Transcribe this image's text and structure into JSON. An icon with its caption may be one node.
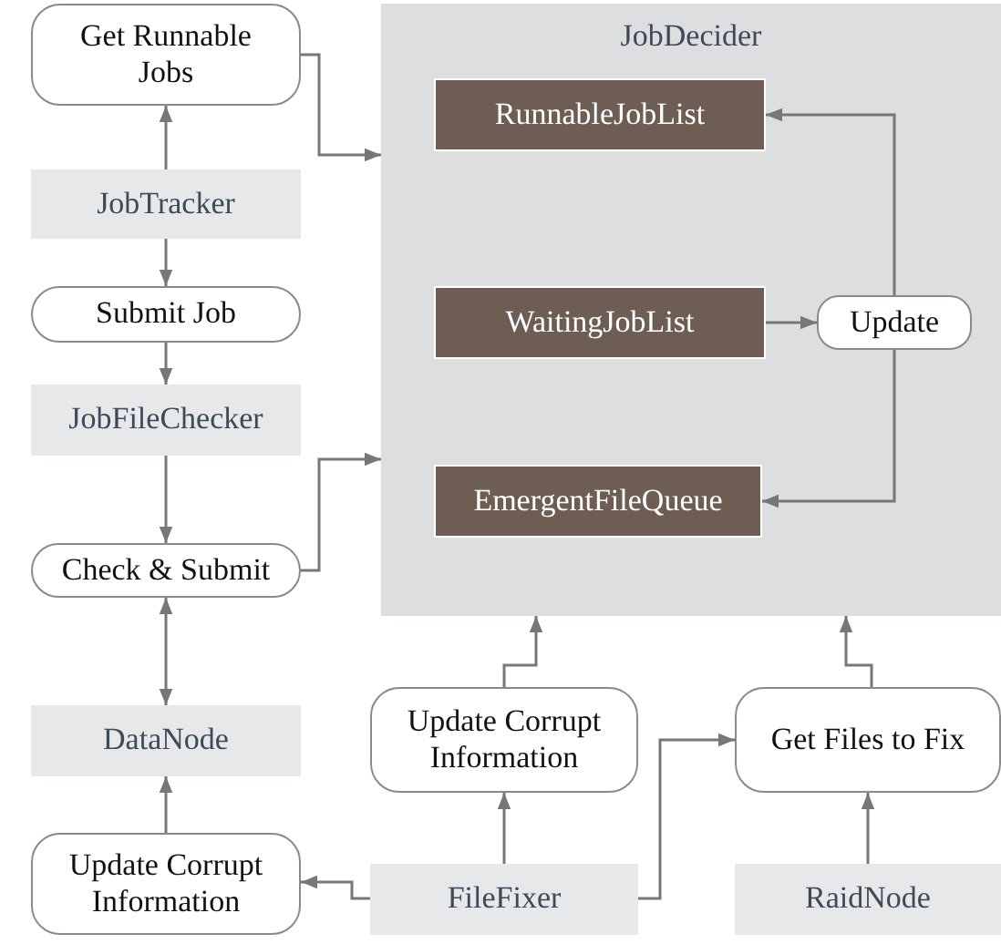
{
  "diagram": {
    "nodes": [
      {
        "text": [
          "Get Runnable Jobs"
        ]
      },
      {
        "text": [
          "JobTracker"
        ]
      },
      {
        "text": [
          "Submit Job"
        ]
      },
      {
        "text": [
          "JobFileChecker"
        ]
      },
      {
        "text": [
          "Check & Submit"
        ]
      },
      {
        "text": [
          "DataNode"
        ]
      },
      {
        "text": [
          "Update Corrupt Information"
        ]
      },
      {
        "text": [
          "JobDecider"
        ]
      },
      {
        "text": [
          "RunnableJobList"
        ],
        "in": 7
      },
      {
        "text": [
          "WaitingJobList"
        ],
        "in": 7
      },
      {
        "text": [
          "Update"
        ],
        "in": 7
      },
      {
        "text": [
          "EmergentFileQueue"
        ],
        "in": 7
      },
      {
        "text": [
          "Update Corrupt Information"
        ]
      },
      {
        "text": [
          "Get Files to Fix"
        ]
      },
      {
        "text": [
          "FileFixer"
        ]
      },
      {
        "text": [
          "RaidNode"
        ]
      }
    ],
    "edges": [
      {
        "from": 1,
        "to": 0,
        "arrow": "to"
      },
      {
        "from": 1,
        "to": 2,
        "arrow": "to"
      },
      {
        "from": 2,
        "to": 3,
        "arrow": "to"
      },
      {
        "from": 3,
        "to": 4,
        "arrow": "to"
      },
      {
        "from": 4,
        "to": 5,
        "arrow": "both"
      },
      {
        "from": 6,
        "to": 5,
        "arrow": "to"
      },
      {
        "from": 14,
        "to": 6,
        "arrow": "to"
      },
      {
        "from": 14,
        "to": 12,
        "arrow": "to"
      },
      {
        "from": 14,
        "to": 13,
        "arrow": "to"
      },
      {
        "from": 15,
        "to": 13,
        "arrow": "to"
      },
      {
        "from": 12,
        "to": 7,
        "arrow": "to"
      },
      {
        "from": 13,
        "to": 7,
        "arrow": "to"
      },
      {
        "from": 0,
        "to": 7,
        "arrow": "to"
      },
      {
        "from": 4,
        "to": 7,
        "arrow": "to"
      },
      {
        "from": 9,
        "to": 10,
        "arrow": "to"
      },
      {
        "from": 10,
        "to": 8,
        "arrow": "to"
      },
      {
        "from": 10,
        "to": 11,
        "arrow": "to"
      }
    ]
  }
}
